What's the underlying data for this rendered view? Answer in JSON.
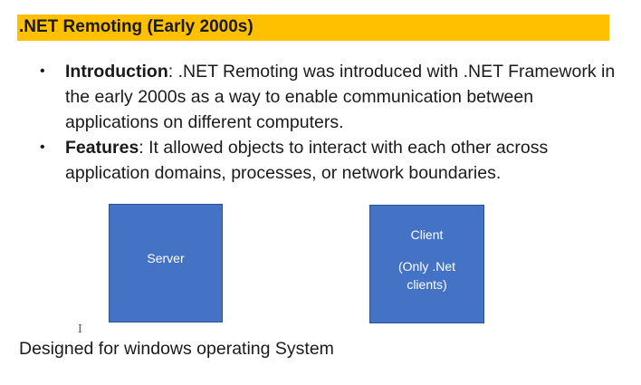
{
  "slide": {
    "title": ".NET Remoting (Early 2000s)",
    "bullets": [
      {
        "term": "Introduction",
        "text": ": .NET Remoting was introduced with .NET Framework in the early 2000s as a way to enable communication between applications on different computers."
      },
      {
        "term": "Features",
        "text": ": It allowed objects to interact with each other across application domains, processes, or network boundaries."
      }
    ],
    "bullet_symbol": "•",
    "server_label": "Server",
    "client_label": "Client",
    "client_note": "(Only .Net clients)",
    "cursor_glyph": "I",
    "footer": "Designed for windows operating System"
  },
  "colors": {
    "title_highlight": "#ffc000",
    "box_fill": "#4472c4",
    "box_border": "#2f528f",
    "box_text": "#ffffff"
  }
}
